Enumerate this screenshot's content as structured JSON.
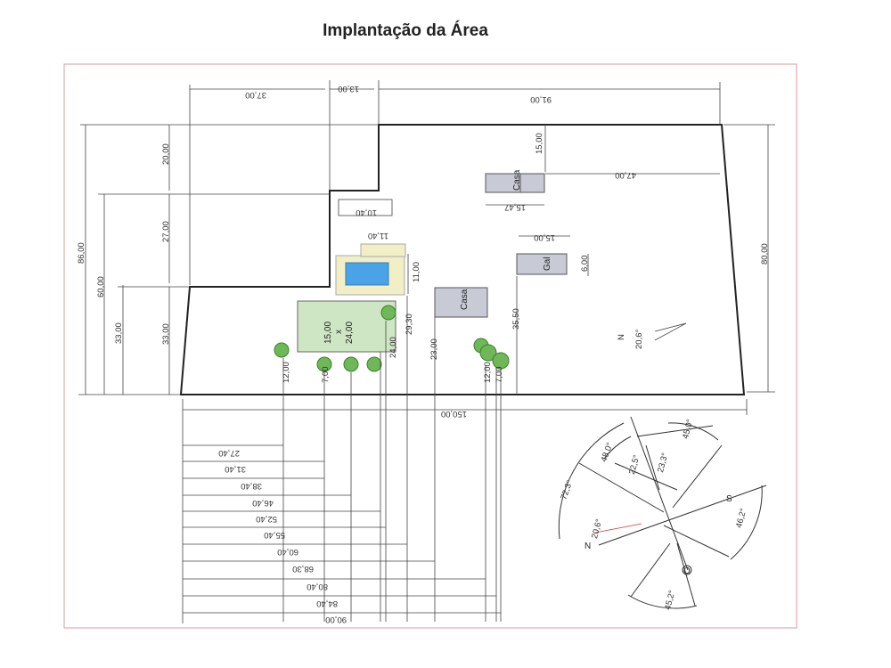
{
  "title": "Implantação da Área",
  "top_dims": [
    "37,00",
    "13,00",
    "91,00"
  ],
  "left_dims": [
    "86,00",
    "60,00",
    "33,00",
    "20,00",
    "27,00",
    "33,00"
  ],
  "right_dims": [
    "80,00",
    "15,00",
    "47,00",
    "15,47",
    "10,40",
    "11,40",
    "15,00",
    "6,00",
    "11,00"
  ],
  "bottom_total": "150,00",
  "bottom_dims": [
    "27,40",
    "31,40",
    "38,40",
    "46,40",
    "52,40",
    "55,40",
    "60,40",
    "68,30",
    "80,40",
    "84,40",
    "90,00"
  ],
  "vertical_dims": [
    "12,00",
    "7,00",
    "24,00",
    "29,30",
    "23,00",
    "12,00",
    "7,00",
    "35,50"
  ],
  "labels": {
    "casa": "Casa",
    "gal": "Gal",
    "garden": "15,00\nx\n24,00",
    "north": "N",
    "north_angle": "20,6°"
  },
  "compass": {
    "angles": [
      "72,3°",
      "48,0°",
      "22,5°",
      "23,3°",
      "45,0°",
      "46,2°",
      "45,2°",
      "20,6°"
    ],
    "n": "N",
    "s": "S",
    "o": "O"
  },
  "colors": {
    "pool": "#4aa3e6",
    "deck": "#f2efc6",
    "garden": "#cfe6c4",
    "tree": "#6fb857",
    "building": "#c8cbd6"
  }
}
